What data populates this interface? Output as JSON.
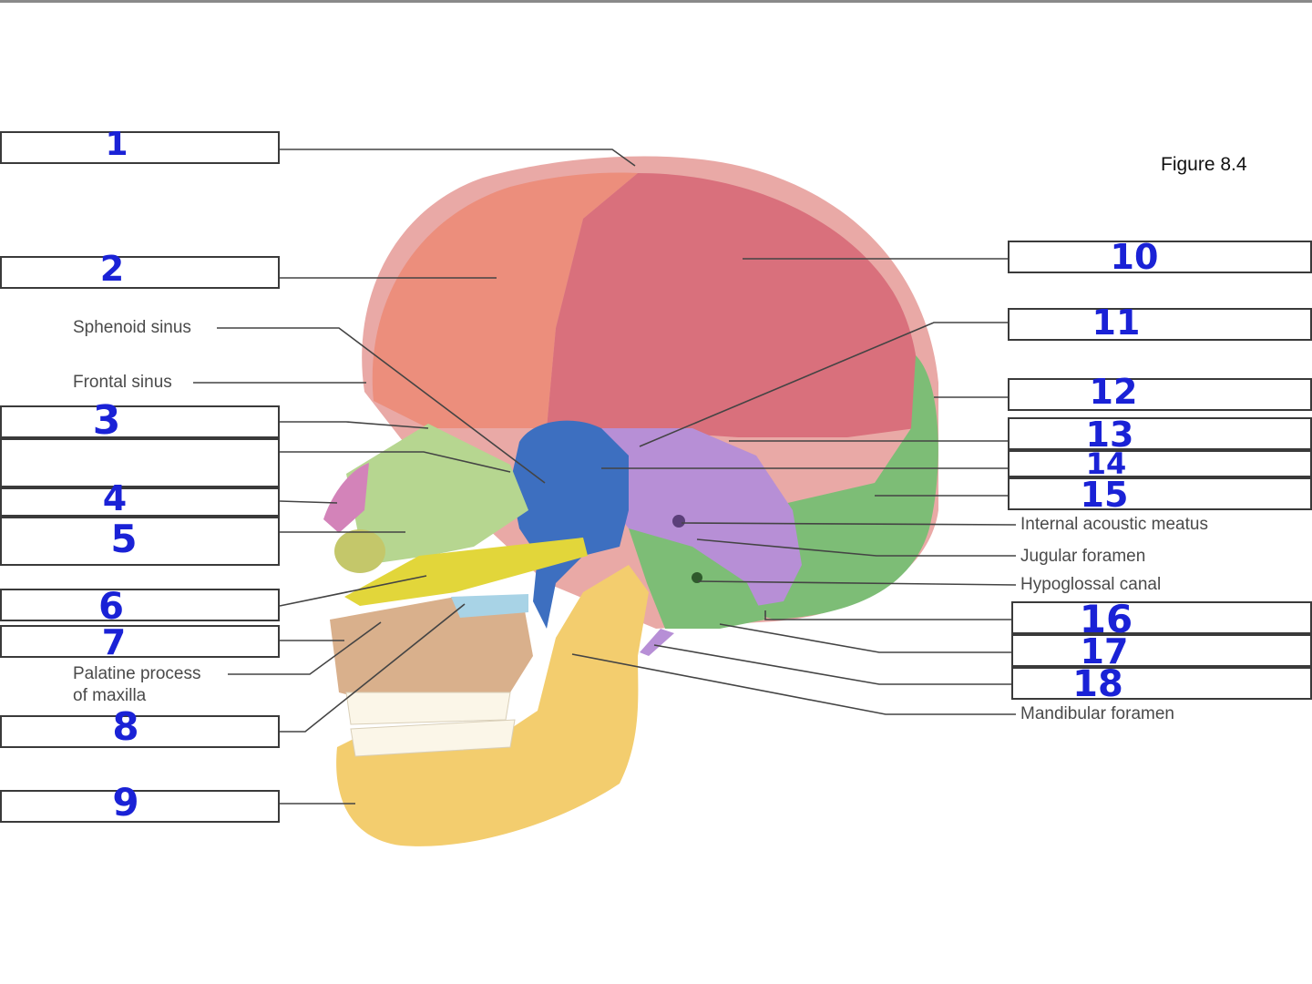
{
  "figure_title": "Figure 8.4",
  "printed_labels": {
    "sphenoid_sinus": "Sphenoid sinus",
    "frontal_sinus": "Frontal sinus",
    "palatine_line1": "Palatine process",
    "palatine_line2": "of maxilla",
    "internal_acoustic": "Internal acoustic meatus",
    "jugular": "Jugular foramen",
    "hypoglossal": "Hypoglossal canal",
    "mandibular": "Mandibular foramen"
  },
  "answers": {
    "n1": "1",
    "n2": "2",
    "n3": "3",
    "n4": "4",
    "n5": "5",
    "n6": "6",
    "n7": "7",
    "n8": "8",
    "n9": "9",
    "n10": "10",
    "n11": "11",
    "n12": "12",
    "n13": "13",
    "n14": "14",
    "n15": "15",
    "n16": "16",
    "n17": "17",
    "n18": "18"
  },
  "colors": {
    "parietal": "#d9707c",
    "frontal": "#ec8e7c",
    "occipital": "#7dbd76",
    "temporal": "#b78fd6",
    "sphenoid": "#3d6fc0",
    "ethmoid": "#b6d690",
    "vomer": "#e2d63a",
    "nasal": "#d383b9",
    "maxilla": "#d9b08c",
    "mandible": "#f3cd6e",
    "palatine": "#a8d3e6",
    "handwriting": "#1a22d6"
  }
}
